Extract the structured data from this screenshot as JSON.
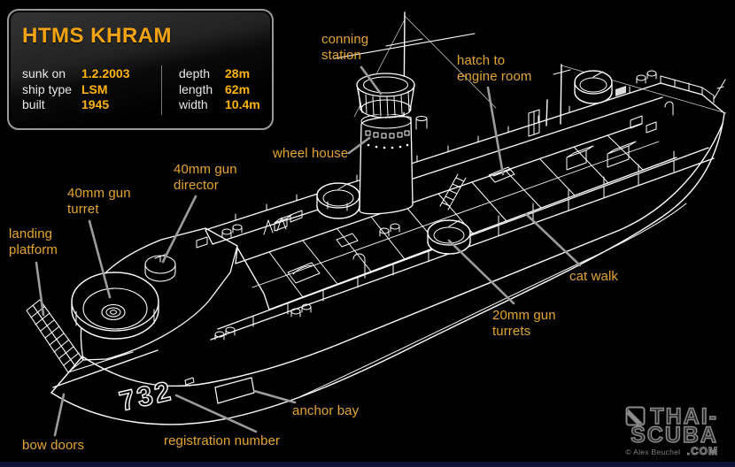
{
  "info_box": {
    "title": "HTMS KHRAM",
    "stats_left": [
      {
        "label": "sunk on",
        "value": "1.2.2003"
      },
      {
        "label": "ship type",
        "value": "LSM"
      },
      {
        "label": "built",
        "value": "1945"
      }
    ],
    "stats_right": [
      {
        "label": "depth",
        "value": "28m"
      },
      {
        "label": "length",
        "value": "62m"
      },
      {
        "label": "width",
        "value": "10.4m"
      }
    ]
  },
  "annotations": [
    {
      "id": "conning-station",
      "text": "conning\nstation"
    },
    {
      "id": "hatch-to-engine-room",
      "text": "hatch to\nengine room"
    },
    {
      "id": "wheel-house",
      "text": "wheel house"
    },
    {
      "id": "gun-director-40mm",
      "text": "40mm gun\ndirector"
    },
    {
      "id": "gun-turret-40mm",
      "text": "40mm gun\nturret"
    },
    {
      "id": "landing-platform",
      "text": "landing\nplatform"
    },
    {
      "id": "cat-walk",
      "text": "cat walk"
    },
    {
      "id": "gun-turrets-20mm",
      "text": "20mm gun\nturrets"
    },
    {
      "id": "anchor-bay",
      "text": "anchor bay"
    },
    {
      "id": "registration-number",
      "text": "registration number"
    },
    {
      "id": "bow-doors",
      "text": "bow doors"
    }
  ],
  "ship": {
    "registration_number": "732"
  },
  "branding": {
    "flag_icon": "dive-flag-icon",
    "logo_line1": "THAI-",
    "logo_line2": "SCUBA",
    "logo_tld": ".COM",
    "copyright": "© Alex Beuchel"
  },
  "colors": {
    "background": "#000000",
    "label": "#E6A52F",
    "title": "#F2A410",
    "value": "#FFB40A",
    "leader_line": "#9C9C9C",
    "drawing_line": "#FFFFFF",
    "logo": "#8C8C8C"
  }
}
